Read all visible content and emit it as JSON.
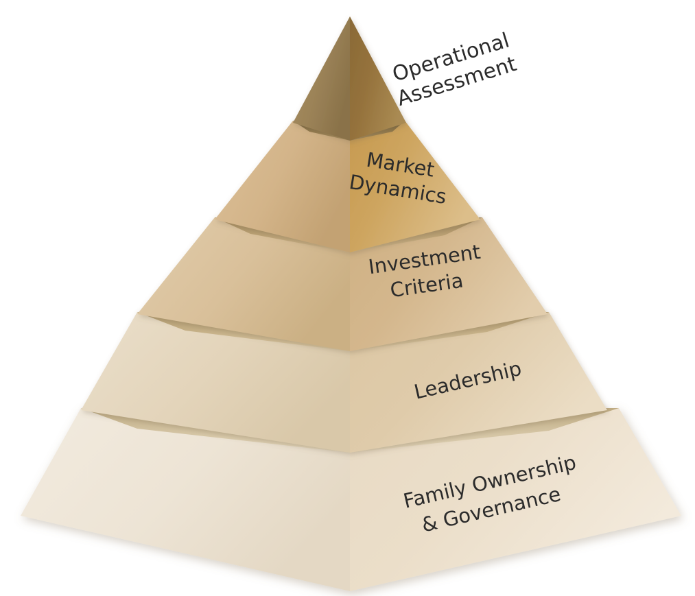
{
  "diagram": {
    "type": "3d-stacked-pyramid",
    "title": "",
    "background_color": "#ffffff",
    "text_color": "#2b2b2b",
    "levels": [
      {
        "index": 1,
        "position": "apex",
        "label_lines": [
          "Operational",
          "Assessment"
        ],
        "label_full": "Operational Assessment",
        "label_placement": "outside-right",
        "rotation_deg": -17,
        "font_size": 30,
        "left_face_color": "#9C8358",
        "right_face_color": "#93703B",
        "top_band_color": "#8E7448"
      },
      {
        "index": 2,
        "position": "upper-middle",
        "label_lines": [
          "Market",
          "Dynamics"
        ],
        "label_full": "Market Dynamics",
        "label_placement": "on-right-face",
        "rotation_deg": 9,
        "font_size": 29,
        "left_face_color": "#D3B489",
        "right_face_color": "#CCA25B",
        "top_band_color": "#C3A271"
      },
      {
        "index": 3,
        "position": "middle",
        "label_lines": [
          "Investment",
          "Criteria"
        ],
        "label_full": "Investment Criteria",
        "label_placement": "on-right-face",
        "rotation_deg": -8,
        "font_size": 29,
        "left_face_color": "#D9C09A",
        "right_face_color": "#D3B68C",
        "top_band_color": "#CFB489"
      },
      {
        "index": 4,
        "position": "lower-middle",
        "label_lines": [
          "Leadership"
        ],
        "label_full": "Leadership",
        "label_placement": "on-right-face",
        "rotation_deg": -13,
        "font_size": 29,
        "left_face_color": "#E3D4BA",
        "right_face_color": "#DECAA9",
        "top_band_color": "#DCC9A6"
      },
      {
        "index": 5,
        "position": "base",
        "label_lines": [
          "Family Ownership",
          "& Governance"
        ],
        "label_full": "Family Ownership & Governance",
        "label_placement": "on-right-face",
        "rotation_deg": -13,
        "font_size": 29,
        "left_face_color": "#EDE4D5",
        "right_face_color": "#EADDC8",
        "top_band_color": "#E7DAC4"
      }
    ]
  }
}
